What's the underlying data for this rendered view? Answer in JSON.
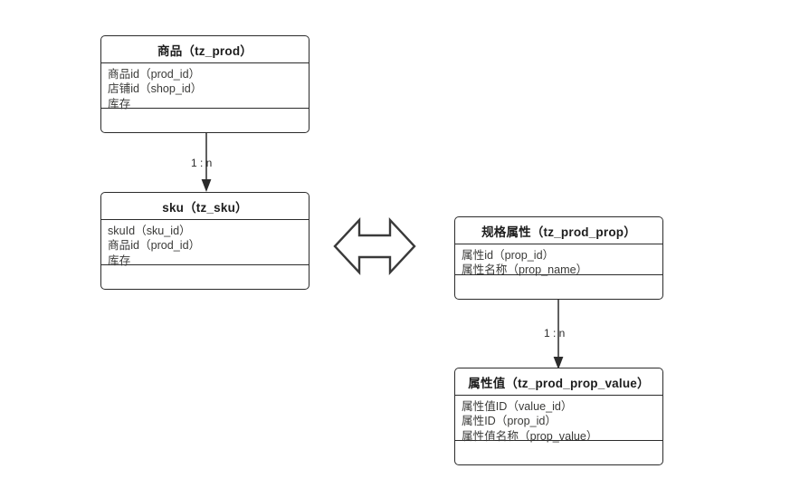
{
  "diagram": {
    "title_text": "",
    "entities": [
      {
        "id": "tz_prod",
        "title": "商品（tz_prod）",
        "attributes": [
          "商品id（prod_id）",
          "店铺id（shop_id）",
          "库存"
        ]
      },
      {
        "id": "tz_sku",
        "title": "sku（tz_sku）",
        "attributes": [
          "skuId（sku_id）",
          "商品id（prod_id）",
          "库存"
        ]
      },
      {
        "id": "tz_prod_prop",
        "title": "规格属性（tz_prod_prop）",
        "attributes": [
          "属性id（prop_id）",
          "属性名称（prop_name）"
        ]
      },
      {
        "id": "tz_prod_prop_value",
        "title": "属性值（tz_prod_prop_value）",
        "attributes": [
          "属性值ID（value_id）",
          "属性ID（prop_id）",
          "属性值名称（prop_value）"
        ]
      }
    ],
    "relations": [
      {
        "id": "prod-to-sku",
        "label": "1 : n",
        "from": "tz_prod",
        "to": "tz_sku"
      },
      {
        "id": "prop-to-prop-value",
        "label": "1 : n",
        "from": "tz_prod_prop",
        "to": "tz_prod_prop_value"
      }
    ],
    "connector_symbol": {
      "name": "double-arrow",
      "meaning": "many-to-many"
    },
    "colors": {
      "stroke": "#2b2b2b",
      "text": "#1d1d1d",
      "attribute_text": "#3a3a38",
      "background": "#ffffff"
    }
  }
}
